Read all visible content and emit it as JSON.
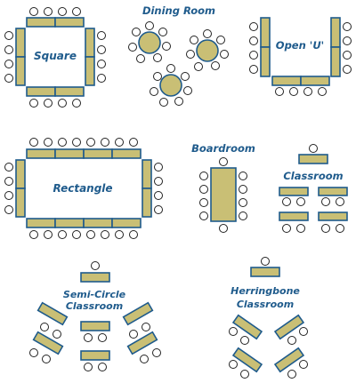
{
  "layouts": {
    "square": {
      "label": "Square"
    },
    "dining_room": {
      "label": "Dining Room"
    },
    "open_u": {
      "label": "Open 'U'"
    },
    "rectangle": {
      "label": "Rectangle"
    },
    "boardroom": {
      "label": "Boardroom"
    },
    "classroom": {
      "label": "Classroom"
    },
    "semi_circle": {
      "label_line1": "Semi-Circle",
      "label_line2": "Classroom"
    },
    "herringbone": {
      "label_line1": "Herringbone",
      "label_line2": "Classroom"
    }
  },
  "colors": {
    "table_fill": "#c9bf75",
    "table_stroke": "#1f5b8c",
    "label": "#1f5b8c",
    "chair_stroke": "#222222"
  }
}
